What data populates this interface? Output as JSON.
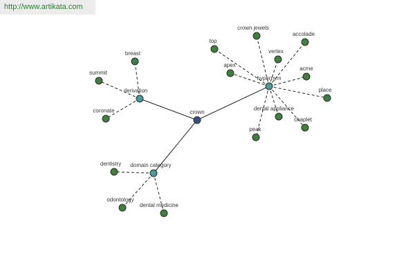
{
  "site": {
    "url_text": "http://www.artikata.com"
  },
  "colors": {
    "center": "#3c4a8c",
    "category": "#4a9a9a",
    "leaf": "#3f7f3f",
    "link_text": "#2e7d32"
  },
  "graph": {
    "center": {
      "label": "crown"
    },
    "categories": [
      {
        "key": "derivation",
        "label": "derivation",
        "children": [
          "breast",
          "summit",
          "coronate"
        ]
      },
      {
        "key": "domain-category",
        "label": "domain category",
        "children": [
          "dentistry",
          "odontology",
          "dental medicine"
        ]
      },
      {
        "key": "hypernym",
        "label": "hypernym",
        "children": [
          "crown jewels",
          "accolade",
          "top",
          "vertex",
          "apex",
          "acme",
          "place",
          "dental appliance",
          "chaplet",
          "peak"
        ]
      }
    ]
  }
}
